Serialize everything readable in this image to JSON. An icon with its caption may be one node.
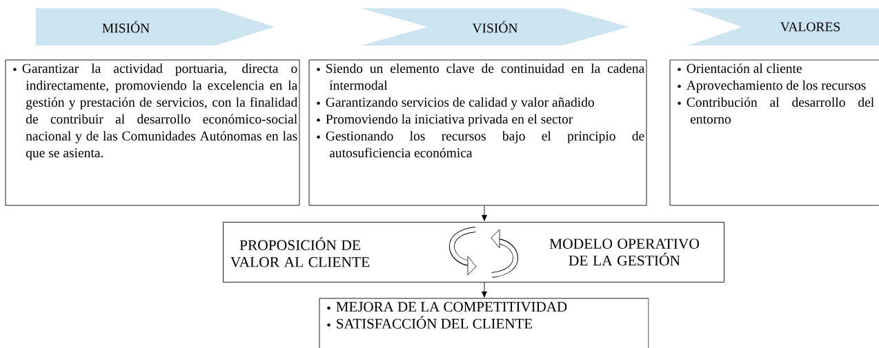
{
  "diagram": {
    "nodes": [
      {
        "text": [
          "MISIÓN"
        ]
      },
      {
        "text": [
          "VISIÓN"
        ]
      },
      {
        "text": [
          "VALORES"
        ]
      },
      {
        "text": [
          "Garantizar la actividad portuaria, directa o indirectamente, promoviendo la excelencia en la gestión y prestación de servicios, con la finalidad de contribuir al desarrollo económico-social nacional y de las Comunidades Autónomas en las que se asienta."
        ]
      },
      {
        "text": [
          "Siendo un elemento clave de continuidad en la cadena íntermodal",
          "Garantizando servicios de calidad y valor añadido",
          "Promoviendo la iniciativa privada en el sector",
          "Gestionando los recursos bajo el principio de autosuficiencia económica"
        ]
      },
      {
        "text": [
          "Orientación al cliente",
          "Aprovechamiento de los recursos",
          "Contribución al desarrollo del entorno"
        ]
      },
      {
        "text": [
          "PROPOSICIÓN DE VALOR AL CLIENTE",
          "MODELO OPERATIVO DE LA GESTIÓN"
        ]
      },
      {
        "text": [
          "MEJORA DE LA COMPETITIVIDAD",
          "SATISFACCIÓN DEL CLIENTE"
        ]
      }
    ],
    "edges": [
      {
        "from": 4,
        "to": 6,
        "arrow": "to"
      },
      {
        "from": 6,
        "to": 7,
        "arrow": "to"
      }
    ]
  }
}
